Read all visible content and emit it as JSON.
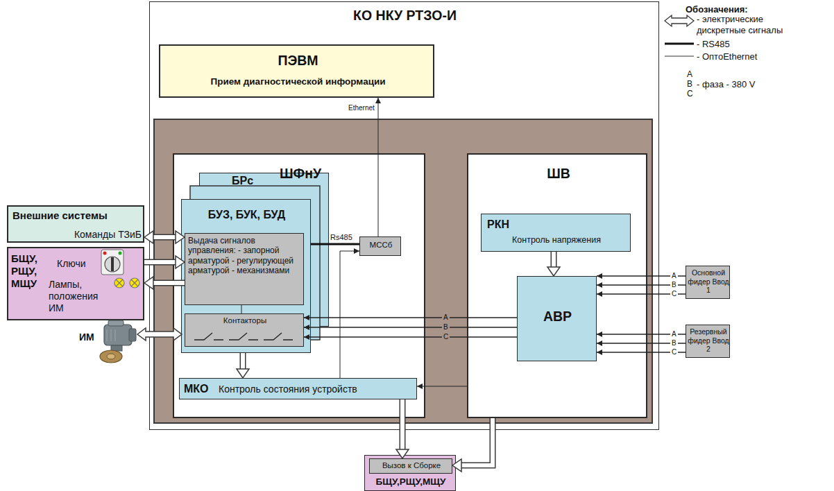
{
  "diagram": {
    "nodes": [
      {
        "text": [
          "КО НКУ РТЗО-И"
        ]
      },
      {
        "text": [
          "ПЭВМ",
          "Прием диагностической информации"
        ],
        "in": 0
      },
      {
        "text": [
          "ШФнУ"
        ],
        "in": 0
      },
      {
        "text": [
          "БРс"
        ],
        "in": 2
      },
      {
        "text": [
          "БУЗ, БУК, БУД"
        ],
        "in": 2
      },
      {
        "text": [
          "Выдача сигналов управления: - запорной арматурой - регулирующей арматурой - механизмами"
        ],
        "in": 4
      },
      {
        "text": [
          "Контакторы"
        ],
        "in": 4
      },
      {
        "text": [
          "МССб"
        ],
        "in": 2
      },
      {
        "text": [
          "МКО",
          "Контроль состояния устройств"
        ],
        "in": 2
      },
      {
        "text": [
          "ШВ"
        ],
        "in": 0
      },
      {
        "text": [
          "РКН",
          "Контроль напряжения"
        ],
        "in": 9
      },
      {
        "text": [
          "АВР"
        ],
        "in": 9
      },
      {
        "text": [
          "Внешние системы",
          "Команды ТЗиБ"
        ]
      },
      {
        "text": [
          "БЩУ, РЩУ, МЩУ",
          "Ключи",
          "Лампы, положения ИМ"
        ]
      },
      {
        "text": [
          "Основной фидер Ввод 1"
        ]
      },
      {
        "text": [
          "Резервный фидер Ввод 2"
        ]
      },
      {
        "text": [
          "БЩУ,РЩУ,МЩУ"
        ]
      },
      {
        "text": [
          "Вызов к Сборке"
        ],
        "in": 16
      }
    ],
    "edges": [
      {
        "from": 7,
        "to": 1,
        "arrow": "to",
        "label": "Ethernet"
      },
      {
        "from": 4,
        "to": 7,
        "arrow": "none",
        "label": "Rs485"
      },
      {
        "from": 8,
        "to": 7,
        "arrow": "to"
      },
      {
        "from": 9,
        "to": 8,
        "arrow": "to"
      },
      {
        "from": 12,
        "to": 5,
        "arrow": "both"
      },
      {
        "from": 13,
        "to": 5,
        "arrow": "to"
      },
      {
        "from": 5,
        "to": 13,
        "arrow": "to"
      },
      {
        "from": 5,
        "to": 6,
        "arrow": "none"
      },
      {
        "from": 4,
        "to": 8,
        "arrow": "to"
      },
      {
        "from": 11,
        "to": 6,
        "arrow": "to",
        "label": "A"
      },
      {
        "from": 11,
        "to": 6,
        "arrow": "to",
        "label": "B"
      },
      {
        "from": 11,
        "to": 6,
        "arrow": "to",
        "label": "C"
      },
      {
        "from": 14,
        "to": 11,
        "arrow": "to",
        "label": "A"
      },
      {
        "from": 14,
        "to": 11,
        "arrow": "to",
        "label": "B"
      },
      {
        "from": 14,
        "to": 11,
        "arrow": "to",
        "label": "C"
      },
      {
        "from": 15,
        "to": 11,
        "arrow": "to",
        "label": "A"
      },
      {
        "from": 15,
        "to": 11,
        "arrow": "to",
        "label": "B"
      },
      {
        "from": 15,
        "to": 11,
        "arrow": "to",
        "label": "C"
      },
      {
        "from": 10,
        "to": 11,
        "arrow": "to"
      },
      {
        "from": 8,
        "to": 17,
        "arrow": "to"
      },
      {
        "from": 9,
        "to": 17,
        "arrow": "to"
      }
    ],
    "labels": [
      "ИМ",
      "Обозначения:",
      "A",
      "B",
      "C"
    ],
    "legend": [
      {
        "text": "- электрические дискретные сигналы"
      },
      {
        "text": "- RS485"
      },
      {
        "text": "- ОптоEthernet"
      },
      {
        "text": "- фаза - 380 V"
      }
    ]
  }
}
